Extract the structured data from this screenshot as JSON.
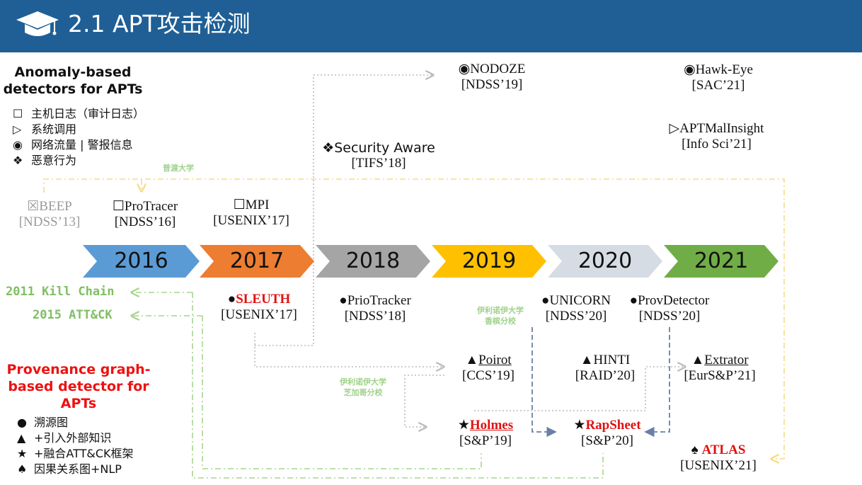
{
  "header": {
    "title": "2.1 APT攻击检测"
  },
  "legend_top": {
    "title_line1": "Anomaly-based",
    "title_line2": "detectors for APTs",
    "items": [
      {
        "sym": "☐",
        "label": "主机日志（审计日志）"
      },
      {
        "sym": "▷",
        "label": "系统调用"
      },
      {
        "sym": "◉",
        "label": "网络流量 | 警报信息"
      },
      {
        "sym": "❖",
        "label": "恶意行为"
      }
    ]
  },
  "legend_bottom": {
    "title_line1": "Provenance graph-",
    "title_line2": "based detector for",
    "title_line3": "APTs",
    "items": [
      {
        "sym": "●",
        "label": "溯源图"
      },
      {
        "sym": "▲",
        "label": "+引入外部知识"
      },
      {
        "sym": "★",
        "label": "+融合ATT&CK框架"
      },
      {
        "sym": "♠",
        "label": "因果关系图+NLP"
      }
    ]
  },
  "years": [
    {
      "label": "2016",
      "color": "#5b9bd5"
    },
    {
      "label": "2017",
      "color": "#ed7d31"
    },
    {
      "label": "2018",
      "color": "#a5a5a5"
    },
    {
      "label": "2019",
      "color": "#ffc000"
    },
    {
      "label": "2020",
      "color": "#d6dce4"
    },
    {
      "label": "2021",
      "color": "#70ad47"
    }
  ],
  "frameworks": {
    "kill_chain": "2011 Kill Chain",
    "attck": "2015 ATT&CK"
  },
  "annotations": {
    "purdue": "普渡大学",
    "uiuc_l1": "伊利诺伊大学",
    "uiuc_l2": "香槟分校",
    "uic_l1": "伊利诺伊大学",
    "uic_l2": "芝加哥分校"
  },
  "papers": {
    "nodoze": {
      "sym": "◉",
      "name": "NODOZE",
      "venue": "[NDSS’19]"
    },
    "hawkeye": {
      "sym": "◉",
      "name": "Hawk-Eye",
      "venue": "[SAC’21]"
    },
    "aptmal": {
      "sym": "▷",
      "name": "APTMalInsight",
      "venue": "[Info Sci’21]"
    },
    "secaware": {
      "sym": "❖",
      "name": "Security Aware",
      "venue": "[TIFS’18]"
    },
    "beep": {
      "sym": "☒",
      "name": "BEEP",
      "venue": "[NDSS’13]"
    },
    "protracer": {
      "sym": "☐",
      "name": "ProTracer",
      "venue": "[NDSS’16]"
    },
    "mpi": {
      "sym": "☐",
      "name": "MPI",
      "venue": "[USENIX’17]"
    },
    "sleuth": {
      "sym": "●",
      "name": "SLEUTH",
      "venue": "[USENIX’17]"
    },
    "priotracker": {
      "sym": "●",
      "name": "PrioTracker",
      "venue": "[NDSS’18]"
    },
    "unicorn": {
      "sym": "●",
      "name": "UNICORN",
      "venue": "[NDSS’20]"
    },
    "provdetector": {
      "sym": "●",
      "name": "ProvDetector",
      "venue": "[NDSS’20]"
    },
    "poirot": {
      "sym": "▲",
      "name": "Poirot",
      "venue": "[CCS’19]"
    },
    "hinti": {
      "sym": "▲",
      "name": "HINTI",
      "venue": "[RAID’20]"
    },
    "extrator": {
      "sym": "▲",
      "name": "Extrator",
      "venue": "[EurS&P’21]"
    },
    "holmes": {
      "sym": "★",
      "name": "Holmes",
      "venue": "[S&P’19]"
    },
    "rapsheet": {
      "sym": "★",
      "name": "RapSheet",
      "venue": "[S&P’20]"
    },
    "atlas": {
      "sym": "♠",
      "name": "ATLAS",
      "venue": "[USENIX’21]"
    }
  },
  "colors": {
    "header_bg": "#1f5f95",
    "green_connector": "#a6d58d",
    "yellow_connector": "#f5dc85",
    "grey_connector": "#bbbbbb",
    "blue_connector": "#6a7fa8",
    "red_highlight": "#e01111"
  }
}
